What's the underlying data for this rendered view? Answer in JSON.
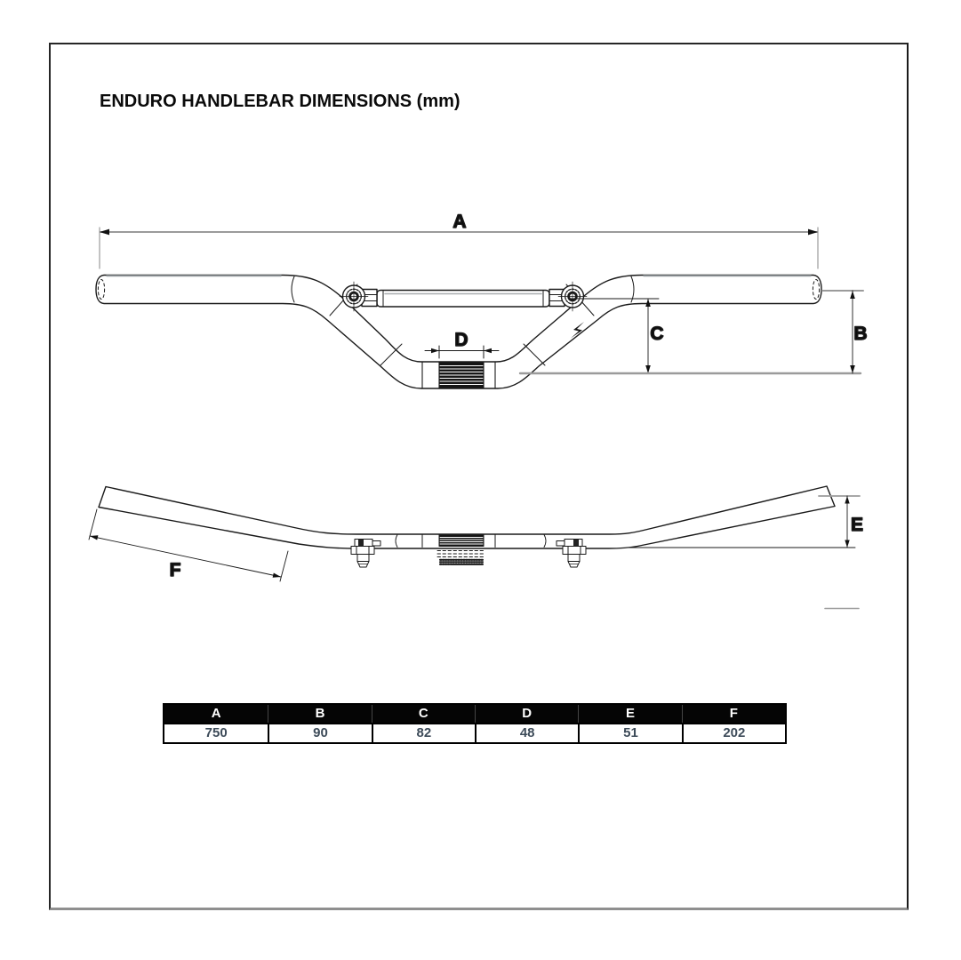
{
  "title": "ENDURO HANDLEBAR DIMENSIONS (mm)",
  "dimension_labels": {
    "a": "A",
    "b": "B",
    "c": "C",
    "d": "D",
    "e": "E",
    "f": "F"
  },
  "table": {
    "headers": [
      "A",
      "B",
      "C",
      "D",
      "E",
      "F"
    ],
    "values": [
      "750",
      "90",
      "82",
      "48",
      "51",
      "202"
    ]
  },
  "icons": {
    "brand_logo": "lightning-bolt-glyph"
  },
  "colors": {
    "drawing_line": "#1a1a1a",
    "dim_gray": "#9b9b9b",
    "table_header_bg": "#000000",
    "table_header_text": "#ffffff",
    "table_value_text": "#3d4b59"
  }
}
